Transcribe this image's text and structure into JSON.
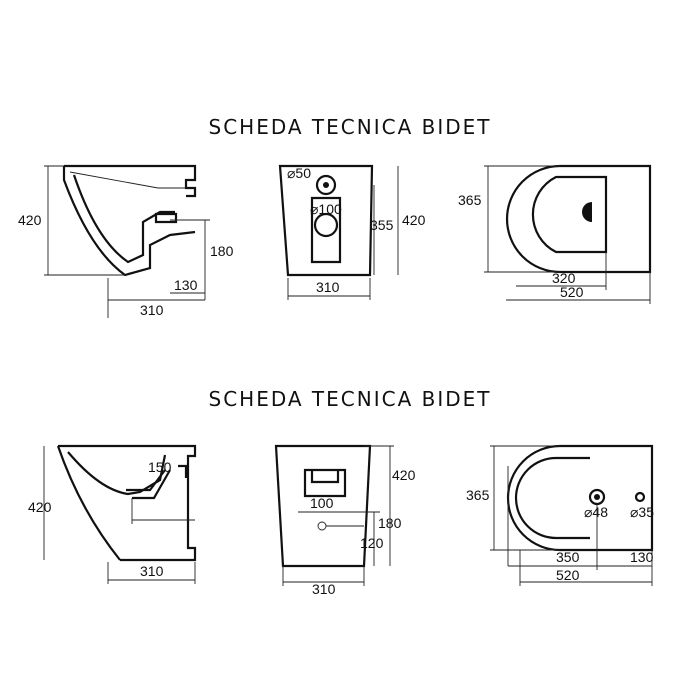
{
  "titles": {
    "top": "SCHEDA TECNICA BIDET",
    "bottom": "SCHEDA TECNICA BIDET"
  },
  "top_sheet": {
    "side_view": {
      "height": "420",
      "drain_height": "180",
      "drain_offset": "130",
      "depth": "310"
    },
    "front_view": {
      "hole_small": "⌀50",
      "hole_large": "⌀100",
      "inner_height": "355",
      "height": "420",
      "width": "310"
    },
    "top_view": {
      "width": "365",
      "inner_length": "320",
      "length": "520"
    }
  },
  "bottom_sheet": {
    "side_view": {
      "height": "420",
      "drain_offset": "150",
      "depth": "310"
    },
    "front_view": {
      "height": "420",
      "hole_spacing": "100",
      "drain_height": "180",
      "drain_low": "120",
      "width": "310"
    },
    "top_view": {
      "width": "365",
      "tap_hole": "⌀48",
      "side_hole": "⌀35",
      "inner_length": "350",
      "tail": "130",
      "length": "520"
    }
  }
}
